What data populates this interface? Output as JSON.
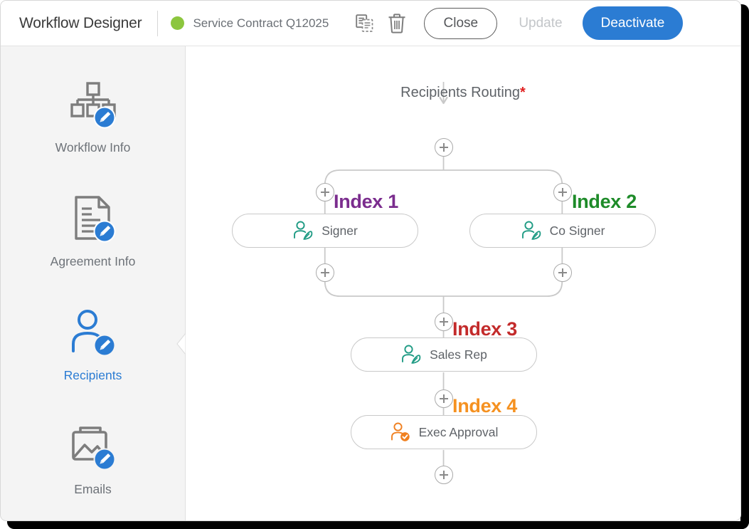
{
  "header": {
    "app_title": "Workflow Designer",
    "status_dot_color": "#8cc63e",
    "document_name": "Service Contract Q12025",
    "copy_icon": "copy-document-icon",
    "delete_icon": "trash-icon",
    "close_label": "Close",
    "update_label": "Update",
    "update_disabled": true,
    "deactivate_label": "Deactivate",
    "deactivate_color": "#2b7cd3"
  },
  "sidebar": {
    "active_index": 2,
    "items": [
      {
        "label": "Workflow Info",
        "icon": "workflow-hierarchy-edit-icon"
      },
      {
        "label": "Agreement Info",
        "icon": "document-edit-icon"
      },
      {
        "label": "Recipients",
        "icon": "person-edit-icon"
      },
      {
        "label": "Emails",
        "icon": "image-mail-edit-icon"
      }
    ]
  },
  "canvas": {
    "title": "Recipients Routing",
    "title_required_marker": "*",
    "flow_line_color": "#c9c9c9",
    "nodes": [
      {
        "id": "n1",
        "label": "Signer",
        "icon": "signer-pen-icon",
        "icon_color": "#1f9b84",
        "index_label": "Index 1",
        "index_color": "#7b2d8e"
      },
      {
        "id": "n2",
        "label": "Co Signer",
        "icon": "signer-pen-icon",
        "icon_color": "#1f9b84",
        "index_label": "Index 2",
        "index_color": "#1e8b29"
      },
      {
        "id": "n3",
        "label": "Sales Rep",
        "icon": "signer-pen-icon",
        "icon_color": "#1f9b84",
        "index_label": "Index 3",
        "index_color": "#c32b2b"
      },
      {
        "id": "n4",
        "label": "Exec Approval",
        "icon": "approver-check-icon",
        "icon_color": "#f08020",
        "index_label": "Index 4",
        "index_color": "#f59120"
      }
    ],
    "add_buttons": [
      {
        "id": "add-top",
        "name": "add-step-top"
      },
      {
        "id": "add-branch1-top",
        "name": "add-step-branch1-above"
      },
      {
        "id": "add-branch2-top",
        "name": "add-step-branch2-above"
      },
      {
        "id": "add-branch1-bot",
        "name": "add-step-branch1-below"
      },
      {
        "id": "add-branch2-bot",
        "name": "add-step-branch2-below"
      },
      {
        "id": "add-mid",
        "name": "add-step-before-index3"
      },
      {
        "id": "add-mid2",
        "name": "add-step-before-index4"
      },
      {
        "id": "add-bottom",
        "name": "add-step-bottom"
      }
    ]
  }
}
